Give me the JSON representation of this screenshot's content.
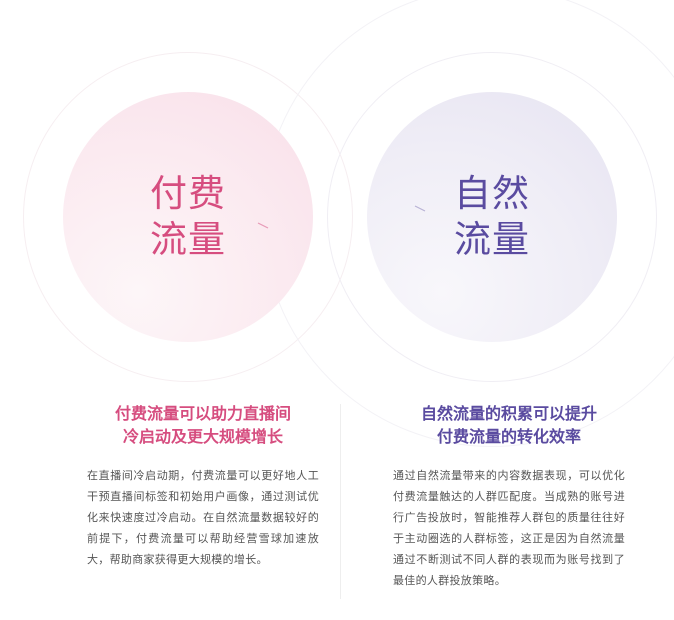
{
  "diagram": {
    "left_node": {
      "title_line1": "付费",
      "title_line2": "流量",
      "color": "#d64d7f"
    },
    "right_node": {
      "title_line1": "自然",
      "title_line2": "流量",
      "color": "#5a4ba0"
    },
    "connector": "bidirectional-arrows"
  },
  "left_column": {
    "heading_line1": "付费流量可以助力直播间",
    "heading_line2": "冷启动及更大规模增长",
    "body": "在直播间冷启动期，付费流量可以更好地人工干预直播间标签和初始用户画像，通过测试优化来快速度过冷启动。在自然流量数据较好的前提下，付费流量可以帮助经营雪球加速放大，帮助商家获得更大规模的增长。"
  },
  "right_column": {
    "heading_line1": "自然流量的积累可以提升",
    "heading_line2": "付费流量的转化效率",
    "body": "通过自然流量带来的内容数据表现，可以优化付费流量触达的人群匹配度。当成熟的账号进行广告投放时，智能推荐人群包的质量往往好于主动圈选的人群标签，这正是因为自然流量通过不断测试不同人群的表现而为账号找到了最佳的人群投放策略。"
  }
}
